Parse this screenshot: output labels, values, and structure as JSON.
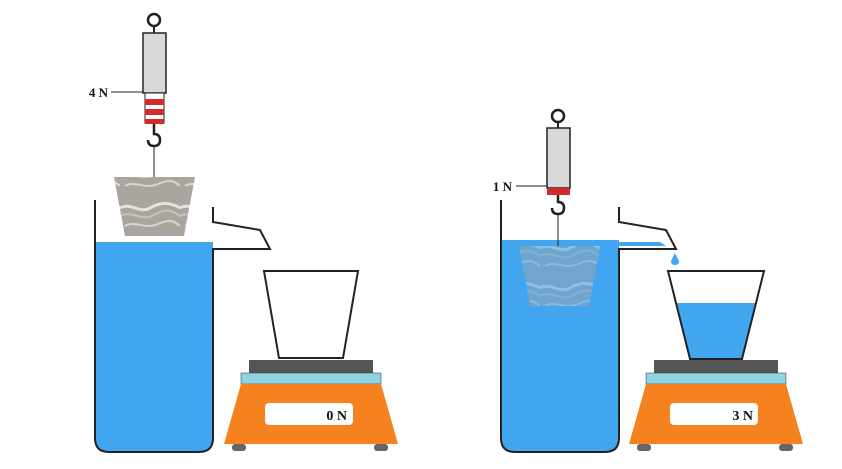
{
  "left_setup": {
    "spring_scale_reading": "4 N",
    "kitchen_scale_display": "0 N"
  },
  "right_setup": {
    "spring_scale_reading": "1 N",
    "kitchen_scale_display": "3 N"
  },
  "colors": {
    "water": "#42a5f0",
    "scale_body": "#f5821f",
    "scale_top": "#8fd3e0",
    "scale_plate": "#555555",
    "spring_casing": "#d9d9d9",
    "spring_band": "#d42a2a",
    "block": "#a8a39c",
    "outline": "#222222"
  }
}
